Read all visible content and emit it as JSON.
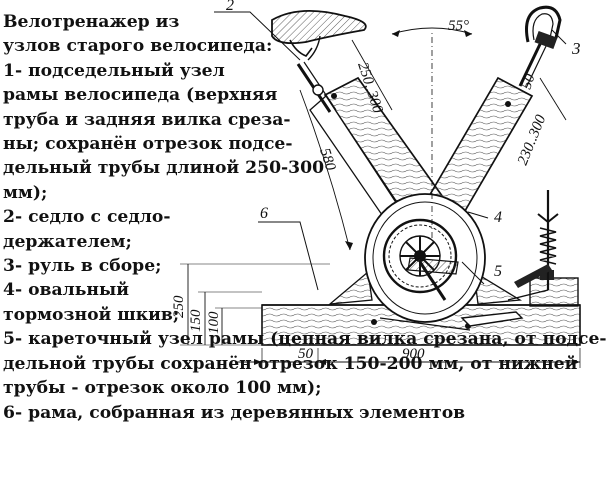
{
  "caption": {
    "lines": [
      "Велотренажер из",
      "узлов старого велосипеда:",
      "1- подседельный узел",
      "рамы велосипеда (верхняя",
      "труба и задняя вилка среза-",
      "ны; сохранён отрезок подсе-",
      "дельный трубы длиной 250-300",
      "мм);",
      "2- седло с седло-",
      "держателем;",
      "3- руль в сборе;",
      "4- овальный",
      "тормозной шкив;",
      "5- кареточный узел рамы (цепная вилка срезана, от подсе-",
      "дельной трубы сохранён отрезок 150-200 мм, от нижней",
      "трубы - отрезок около 100 мм);",
      "6- рама, собранная из деревянных элементов"
    ]
  },
  "drawing": {
    "part_labels": {
      "p2": "2",
      "p3": "3",
      "p4": "4",
      "p5": "5",
      "p6": "6"
    },
    "dimensions": {
      "angle": "55°",
      "seat_tube": "250..300",
      "handlebar_small": "50",
      "handlebar_tube": "230..300",
      "height_580": "580",
      "height_250": "250",
      "height_150": "150",
      "height_100": "100",
      "base_50": "50",
      "base_900": "900"
    }
  }
}
